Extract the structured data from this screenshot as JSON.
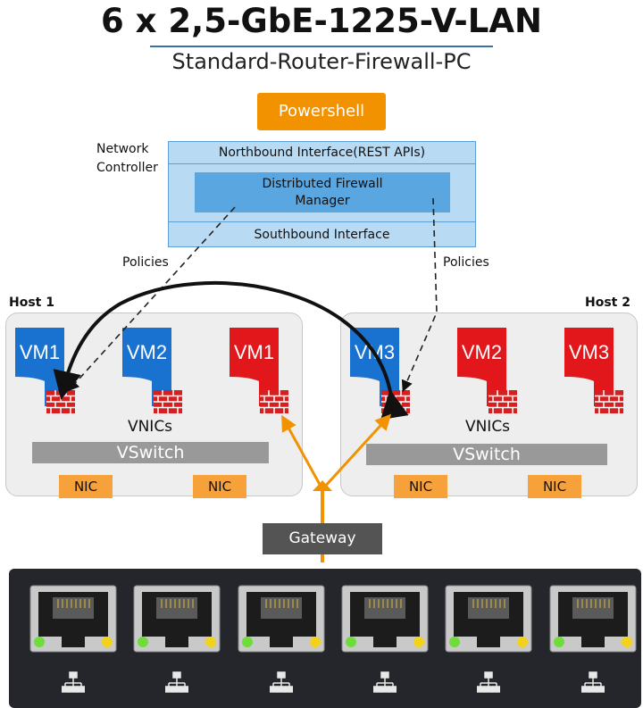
{
  "header": {
    "title": "6 x 2,5-GbE-1225-V-LAN",
    "subtitle": "Standard-Router-Firewall-PC"
  },
  "powershell": {
    "label": "Powershell"
  },
  "network_controller": {
    "label_line1": "Network",
    "label_line2": "Controller",
    "northbound": "Northbound Interface(REST APIs)",
    "manager_line1": "Distributed Firewall",
    "manager_line2": "Manager",
    "southbound": "Southbound Interface"
  },
  "policies_left": "Policies",
  "policies_right": "Policies",
  "host1": {
    "label": "Host 1",
    "vms": [
      {
        "label": "VM1",
        "color": "#1a72d0"
      },
      {
        "label": "VM2",
        "color": "#1a72d0"
      },
      {
        "label": "VM1",
        "color": "#e2171c"
      }
    ],
    "vnics": "VNICs",
    "vswitch": "VSwitch",
    "nics": [
      "NIC",
      "NIC"
    ]
  },
  "host2": {
    "label": "Host 2",
    "vms": [
      {
        "label": "VM3",
        "color": "#1a72d0"
      },
      {
        "label": "VM2",
        "color": "#e2171c"
      },
      {
        "label": "VM3",
        "color": "#e2171c"
      }
    ],
    "vnics": "VNICs",
    "vswitch": "VSwitch",
    "nics": [
      "NIC",
      "NIC"
    ]
  },
  "gateway": {
    "label": "Gateway"
  },
  "colors": {
    "accent_orange": "#f39200",
    "controller_blue": "#b8daf3",
    "manager_blue": "#5aa6e0",
    "vm_blue": "#1a72d0",
    "vm_red": "#e2171c",
    "firewall_red": "#d42020",
    "panel_dark": "#24262b"
  },
  "icons": [
    "firewall-icon",
    "ethernet-port-icon",
    "network-topology-icon",
    "led-green-icon",
    "led-yellow-icon"
  ]
}
